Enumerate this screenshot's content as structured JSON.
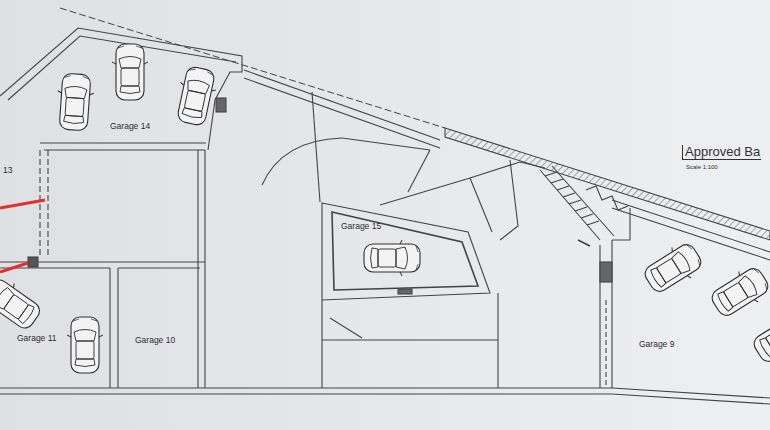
{
  "diagram": {
    "title": "Approved Ba",
    "nodes": [
      {
        "text": [
          "Garage 14"
        ]
      },
      {
        "text": [
          "Garage 15"
        ]
      },
      {
        "text": [
          "Garage 11"
        ]
      },
      {
        "text": [
          "Garage 10"
        ]
      },
      {
        "text": [
          "Garage 9"
        ]
      }
    ],
    "labels": [
      "13",
      "Scale 1:100"
    ]
  }
}
